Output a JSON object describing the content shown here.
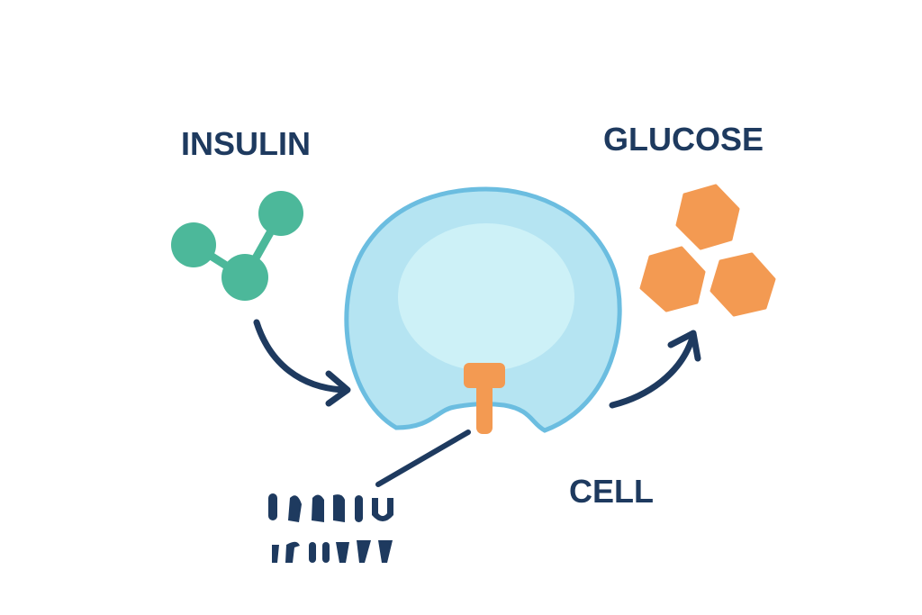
{
  "labels": {
    "insulin": "INSULIN",
    "glucose": "GLUCOSE",
    "cell": "CELL"
  },
  "colors": {
    "text": "#1e3a5f",
    "insulin_molecule": "#4cb89a",
    "glucose": "#f39a52",
    "receptor": "#f39a52",
    "cell_fill": "#b5e4f2",
    "cell_inner": "#cdf1f7",
    "cell_border": "#6bbde0",
    "arrow": "#1e3a5f"
  },
  "icons": {
    "insulin_molecule": "molecule-icon",
    "glucose_molecules": "hexagon-icon",
    "receptor": "receptor-icon",
    "illegible_text": "scribble-text"
  }
}
